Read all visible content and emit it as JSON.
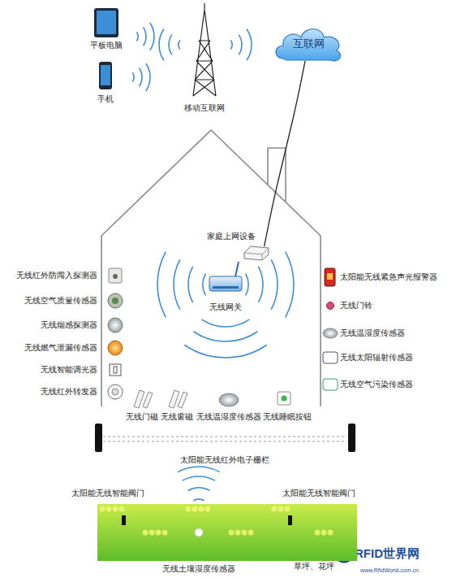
{
  "diagram": {
    "nodes": [
      {
        "text": [
          "互联网"
        ]
      },
      {
        "text": [
          "家庭上网设备"
        ]
      },
      {
        "text": [
          "草坪、花坪"
        ]
      }
    ],
    "edges": [
      {
        "from": 0,
        "to": 1,
        "arrow": "none"
      }
    ],
    "labels": [
      "平板电脑",
      "手机",
      "移动互联网",
      "无线网关",
      "无线红外防闯入探测器",
      "无线空气质量传感器",
      "无线烟感探测器",
      "无线燃气泄漏传感器",
      "无线智能调光器",
      "无线红外转发器",
      "太阳能无线紧急声光报警器",
      "无线门铃",
      "无线温湿度传感器",
      "无线太阳辐射传感器",
      "无线空气污染传感器",
      "无线门磁",
      "无线窗磁",
      "无线温湿度传感器",
      "无线睡眠按钮",
      "太阳能无线红外电子栅栏",
      "太阳能无线智能阀门",
      "太阳能无线智能阀门",
      "无线土壤湿度传感器",
      "RFID世界网",
      "www.RfidWorld.com.cn"
    ]
  }
}
